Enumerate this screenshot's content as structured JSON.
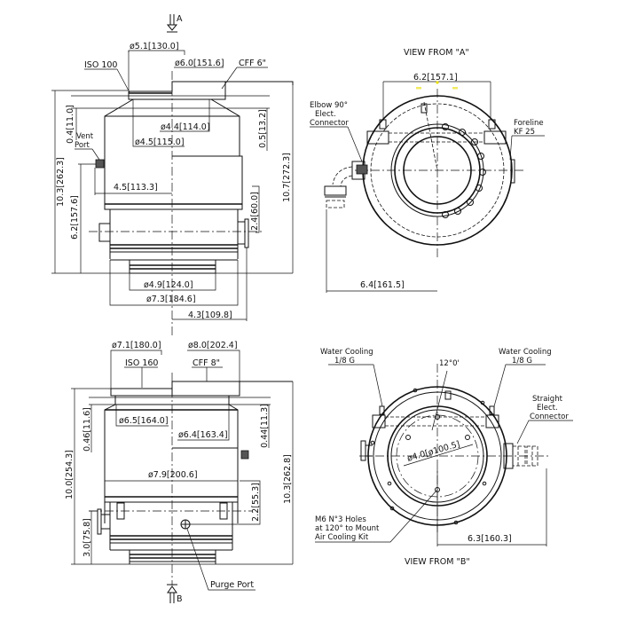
{
  "top_view": {
    "section_mark": "A",
    "inlet_flange_iso": "ISO 100",
    "inlet_flange_cff": "CFF 6\"",
    "dims": {
      "iso_outer_dia": "ø5.1[130.0]",
      "cff_outer_dia": "ø6.0[151.6]",
      "cff_inner_dia": "ø4.4[114.0]",
      "iso_inner_dia": "ø4.5[115.0]",
      "flange_height_iso": "0.4[11.0]",
      "flange_height_cff": "0.5[13.2]",
      "height_iso": "10.3[262.3]",
      "height_cff": "10.7[272.3]",
      "vent_offset": "4.5[113.3]",
      "vent_height": "6.2[157.6]",
      "foreline_height": "2.4[60.0]",
      "base_inner_dia": "ø4.9[124.0]",
      "body_dia": "ø7.3[184.6]",
      "foreline_offset": "4.3[109.8]"
    },
    "labels": {
      "vent_port": [
        "Vent",
        "Port"
      ]
    }
  },
  "view_a": {
    "title": "VIEW FROM \"A\"",
    "dims": {
      "bracket_span": "6.2[157.1]",
      "connector_offset": "6.4[161.5]"
    },
    "labels": {
      "elbow_connector": [
        "Elbow 90°",
        "Elect.",
        "Connector"
      ],
      "foreline": [
        "Foreline",
        "KF 25"
      ]
    }
  },
  "bottom_view": {
    "section_mark": "B",
    "inlet_flange_iso": "ISO 160",
    "inlet_flange_cff": "CFF 8\"",
    "dims": {
      "iso_outer_dia": "ø7.1[180.0]",
      "cff_outer_dia": "ø8.0[202.4]",
      "iso_inner_dia": "ø6.5[164.0]",
      "cff_inner_dia": "ø6.4[163.4]",
      "flange_height_iso": "0.46[11.6]",
      "flange_height_cff": "0.44[11.3]",
      "height_iso": "10.0[254.3]",
      "height_cff": "10.3[262.8]",
      "body_dia": "ø7.9[200.6]",
      "purge_height": "2.2[55.3]",
      "foreline_height": "3.0[75.8]"
    },
    "labels": {
      "purge_port": "Purge Port"
    }
  },
  "view_b": {
    "title": "VIEW FROM \"B\"",
    "dims": {
      "angle": "12°0'",
      "bolt_circle": "ø4.0[ø100.5]",
      "connector_offset": "6.3[160.3]"
    },
    "labels": {
      "water_cooling_left": [
        "Water Cooling",
        "1/8 G"
      ],
      "water_cooling_right": [
        "Water Cooling",
        "1/8 G"
      ],
      "straight_connector": [
        "Straight",
        "Elect.",
        "Connector"
      ],
      "mount_holes": [
        "M6 N°3 Holes",
        "at 120° to Mount",
        "Air Cooling Kit"
      ]
    }
  }
}
